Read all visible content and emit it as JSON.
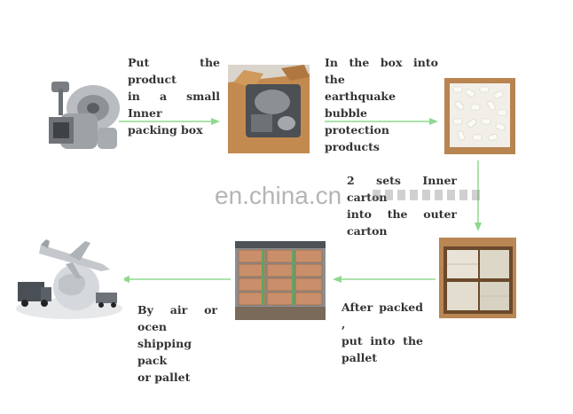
{
  "steps": {
    "step1": {
      "lines": [
        "Put  the  product",
        "in  a  small  Inner",
        "packing  box"
      ]
    },
    "step2": {
      "lines": [
        "In  the  box  into  the",
        "earthquake    bubble",
        "protection products"
      ]
    },
    "step3": {
      "lines": [
        "2  sets  Inner  carton",
        "into  the  outer",
        "carton"
      ]
    },
    "step4": {
      "lines": [
        "After packed  ,",
        "put  into    the",
        "pallet"
      ]
    },
    "step5": {
      "lines": [
        "By air or ocen",
        "shipping pack",
        "or pallet"
      ]
    }
  },
  "watermark": "en.china.cn",
  "colors": {
    "arrow": "#8fd88f",
    "text": "#333333"
  },
  "icons": {
    "turbo": "turbocharger-photo",
    "inner_box": "inner-box-photo",
    "bubble_box": "bubble-box-photo",
    "outer_carton": "outer-carton-photo",
    "pallet": "pallet-photo",
    "shipping": "shipping-photo"
  }
}
